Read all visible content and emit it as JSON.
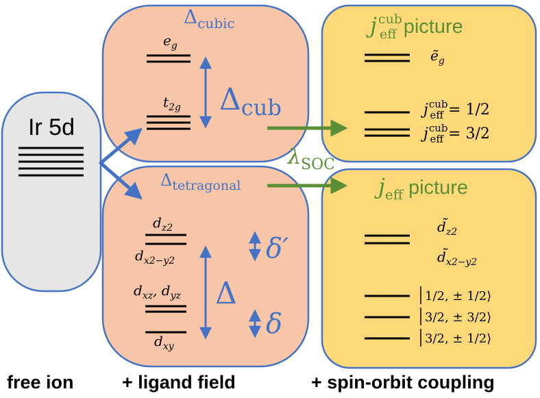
{
  "colors": {
    "box_stroke": "#4472c4",
    "arrow_blue": "#4472c4",
    "arrow_green": "#5a8f35",
    "free_ion_fill": "#e6e6e6",
    "ligand_fill": "#f7c6a8",
    "soc_fill": "#fdd97a",
    "level_line": "#000000",
    "blue_text": "#4472c4",
    "green_text": "#5a8f35"
  },
  "free_ion": {
    "label": "Ir 5d"
  },
  "cubic_box": {
    "title_symbol": "Δ",
    "title_sub": "cubic",
    "eg_base": "e",
    "eg_sub": "g",
    "t2g_base": "t",
    "t2g_sub": "2g",
    "gap_symbol": "Δ",
    "gap_sub": "cub"
  },
  "tetragonal_box": {
    "title_symbol": "Δ",
    "title_sub": "tetragonal",
    "dz2_base": "d",
    "dz2_sub": "z2",
    "dx2y2_base": "d",
    "dx2y2_sub": "x2−y2",
    "dxzdyz_text": "d",
    "dxz_sub": "xz",
    "comma": ", d",
    "dyz_sub": "yz",
    "dxy_base": "d",
    "dxy_sub": "xy",
    "gap_symbol": "Δ",
    "delta_prime": "δ′",
    "delta": "δ"
  },
  "soc_label": {
    "symbol": "λ",
    "sub": "SOC"
  },
  "cubic_soc_box": {
    "title_j": "j",
    "title_sub": "eff",
    "title_sup": "cub",
    "title_word": "picture",
    "eg_tilde": "ẽ",
    "eg_sub": "g",
    "j12_j": "j",
    "j12_sub": "eff",
    "j12_sup": "cub",
    "j12_value": " = 1/2",
    "j32_j": "j",
    "j32_sub": "eff",
    "j32_sup": "cub",
    "j32_value": " = 3/2"
  },
  "tetragonal_soc_box": {
    "title_j": "j",
    "title_sub": "eff",
    "title_word": "picture",
    "dz2_base": "d̃",
    "dz2_sub": "z2",
    "dx2y2_base": "d̃",
    "dx2y2_sub": "x2−y2",
    "ket1": "1/2, ± 1/2⟩",
    "ket2": "3/2, ± 3/2⟩",
    "ket3": "3/2, ± 1/2⟩"
  },
  "footer": {
    "free_ion": "free ion",
    "ligand_field": "+ ligand field",
    "spin_orbit": "+ spin-orbit coupling"
  }
}
